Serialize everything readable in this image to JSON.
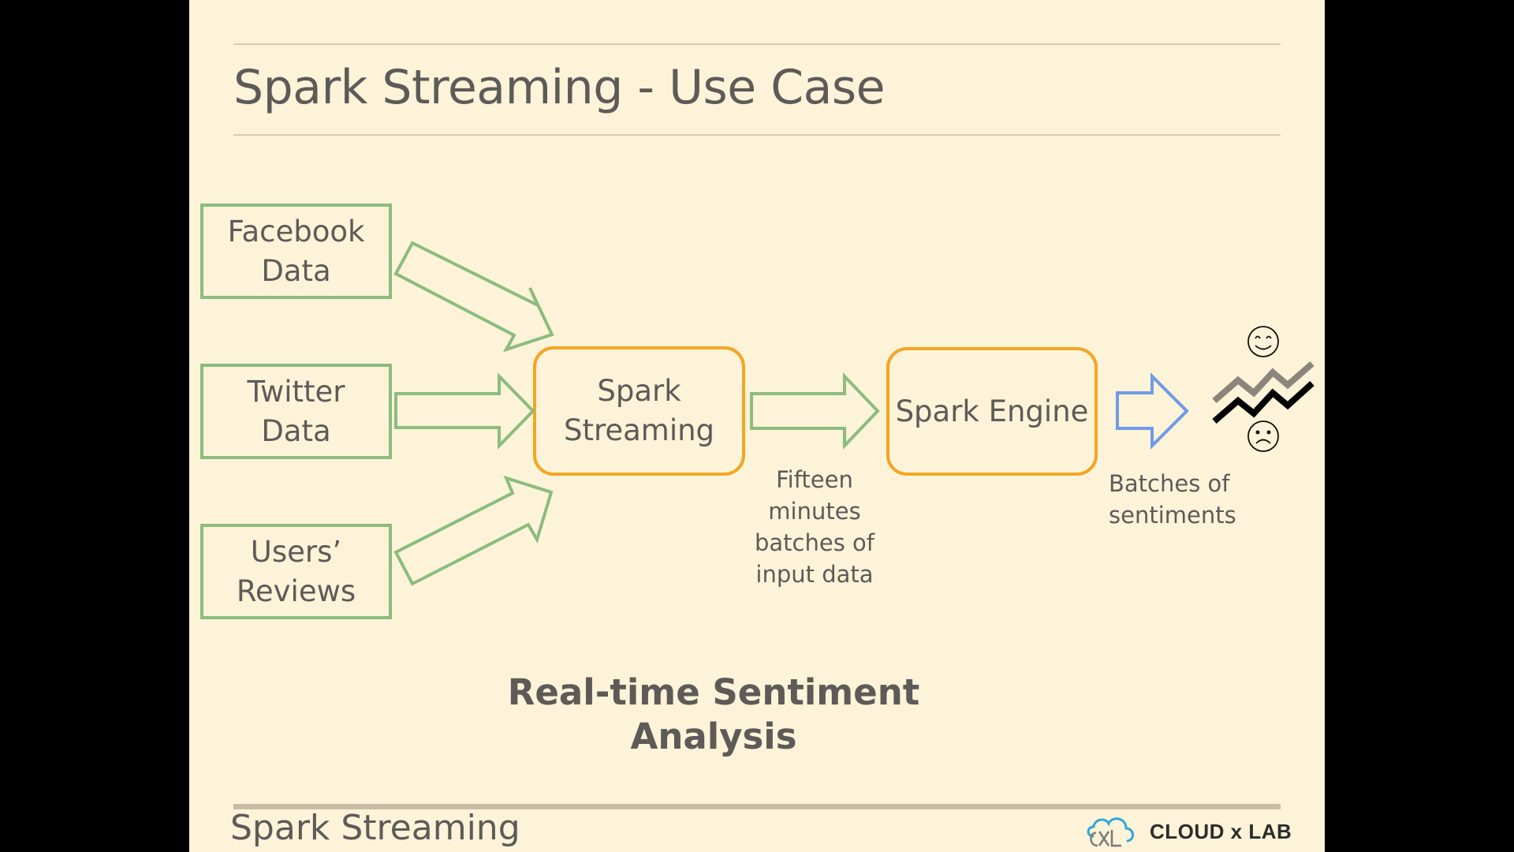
{
  "slide": {
    "title": "Spark Streaming - Use Case",
    "footer_title": "Spark Streaming",
    "logo": {
      "mark": "CXL",
      "text": "CLOUD x LAB"
    },
    "colors": {
      "background": "#fcf3d8",
      "source_box": "#8cbc7e",
      "process_box": "#f2a624",
      "output_arrow": "#6f9be6",
      "text": "#5e5a58"
    }
  },
  "diagram": {
    "sources": [
      {
        "line1": "Facebook",
        "line2": "Data"
      },
      {
        "line1": "Twitter",
        "line2": "Data"
      },
      {
        "line1": "Users’",
        "line2": "Reviews"
      }
    ],
    "streaming_box": {
      "line1": "Spark",
      "line2": "Streaming"
    },
    "engine_box": {
      "label": "Spark Engine"
    },
    "batch_label": {
      "lines": [
        "Fifteen",
        "minutes",
        "batches of",
        "input data"
      ]
    },
    "output_label": {
      "lines": [
        "Batches of",
        "sentiments"
      ]
    },
    "output_icons": [
      "smiley-happy-icon",
      "trend-lines-icon",
      "smiley-sad-icon"
    ]
  },
  "headline": {
    "line1": "Real-time Sentiment",
    "line2": "Analysis"
  }
}
